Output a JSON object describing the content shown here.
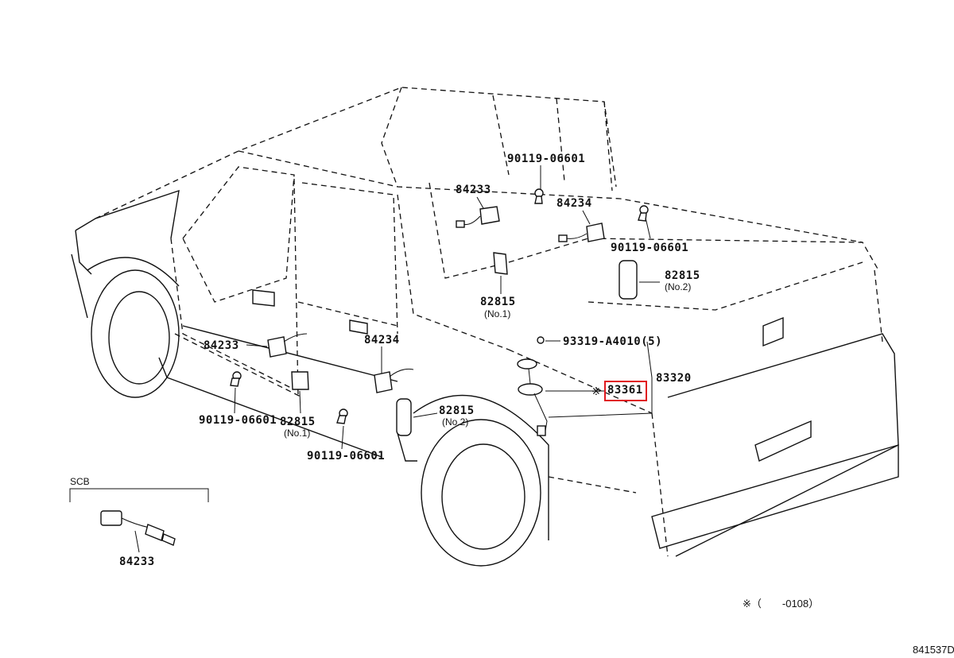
{
  "labels": {
    "p_90119_top": "90119-06601",
    "p_84233_top": "84233",
    "p_84234_top": "84234",
    "p_90119_right": "90119-06601",
    "p_82815_right": "82815",
    "p_82815_right_sub": "(No.2)",
    "p_82815_mid": "82815",
    "p_82815_mid_sub": "(No.1)",
    "p_93319": "93319-A4010(5)",
    "p_84233_left": "84233",
    "p_84234_mid": "84234",
    "p_83320": "83320",
    "p_83361_mark": "※",
    "p_83361": "83361",
    "p_90119_left": "90119-06601",
    "p_82815_left": "82815",
    "p_82815_left_sub": "(No.1)",
    "p_82815_fender": "82815",
    "p_82815_fender_sub": "(No.2)",
    "p_90119_bottom": "90119-06601",
    "scb_title": "SCB",
    "scb_part": "84233",
    "footnote": "※（　　-0108）",
    "figure_code": "841537D"
  },
  "highlight_color": "#e0191f"
}
